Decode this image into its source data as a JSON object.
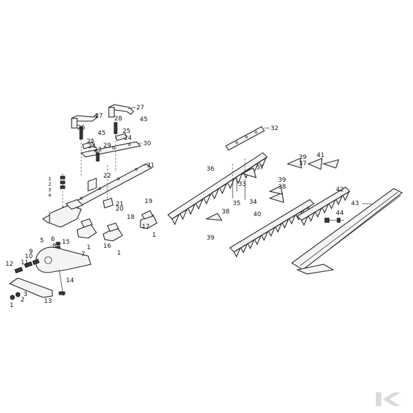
{
  "labels": {
    "1": "1",
    "2": "2",
    "3": "3",
    "4": "4",
    "5": "5",
    "6": "6",
    "7": "7",
    "8": "8",
    "9": "9",
    "10": "10",
    "11": "11",
    "12": "12",
    "13": "13",
    "14": "14",
    "15": "15",
    "16": "16",
    "17": "17",
    "18": "18",
    "19": "19",
    "20": "20",
    "21": "21",
    "22": "22",
    "23": "23",
    "24": "24",
    "25": "25",
    "26": "26",
    "27": "27",
    "28": "28",
    "29": "29",
    "30": "30",
    "31": "31",
    "32": "32",
    "33": "33",
    "34": "34",
    "35": "35",
    "36": "36",
    "37": "37",
    "38": "38",
    "39": "39",
    "40": "40",
    "41": "41",
    "42": "42",
    "43": "43",
    "44": "44",
    "45": "45"
  },
  "logo": {
    "letter": "K",
    "color": "#d9d9d9"
  }
}
